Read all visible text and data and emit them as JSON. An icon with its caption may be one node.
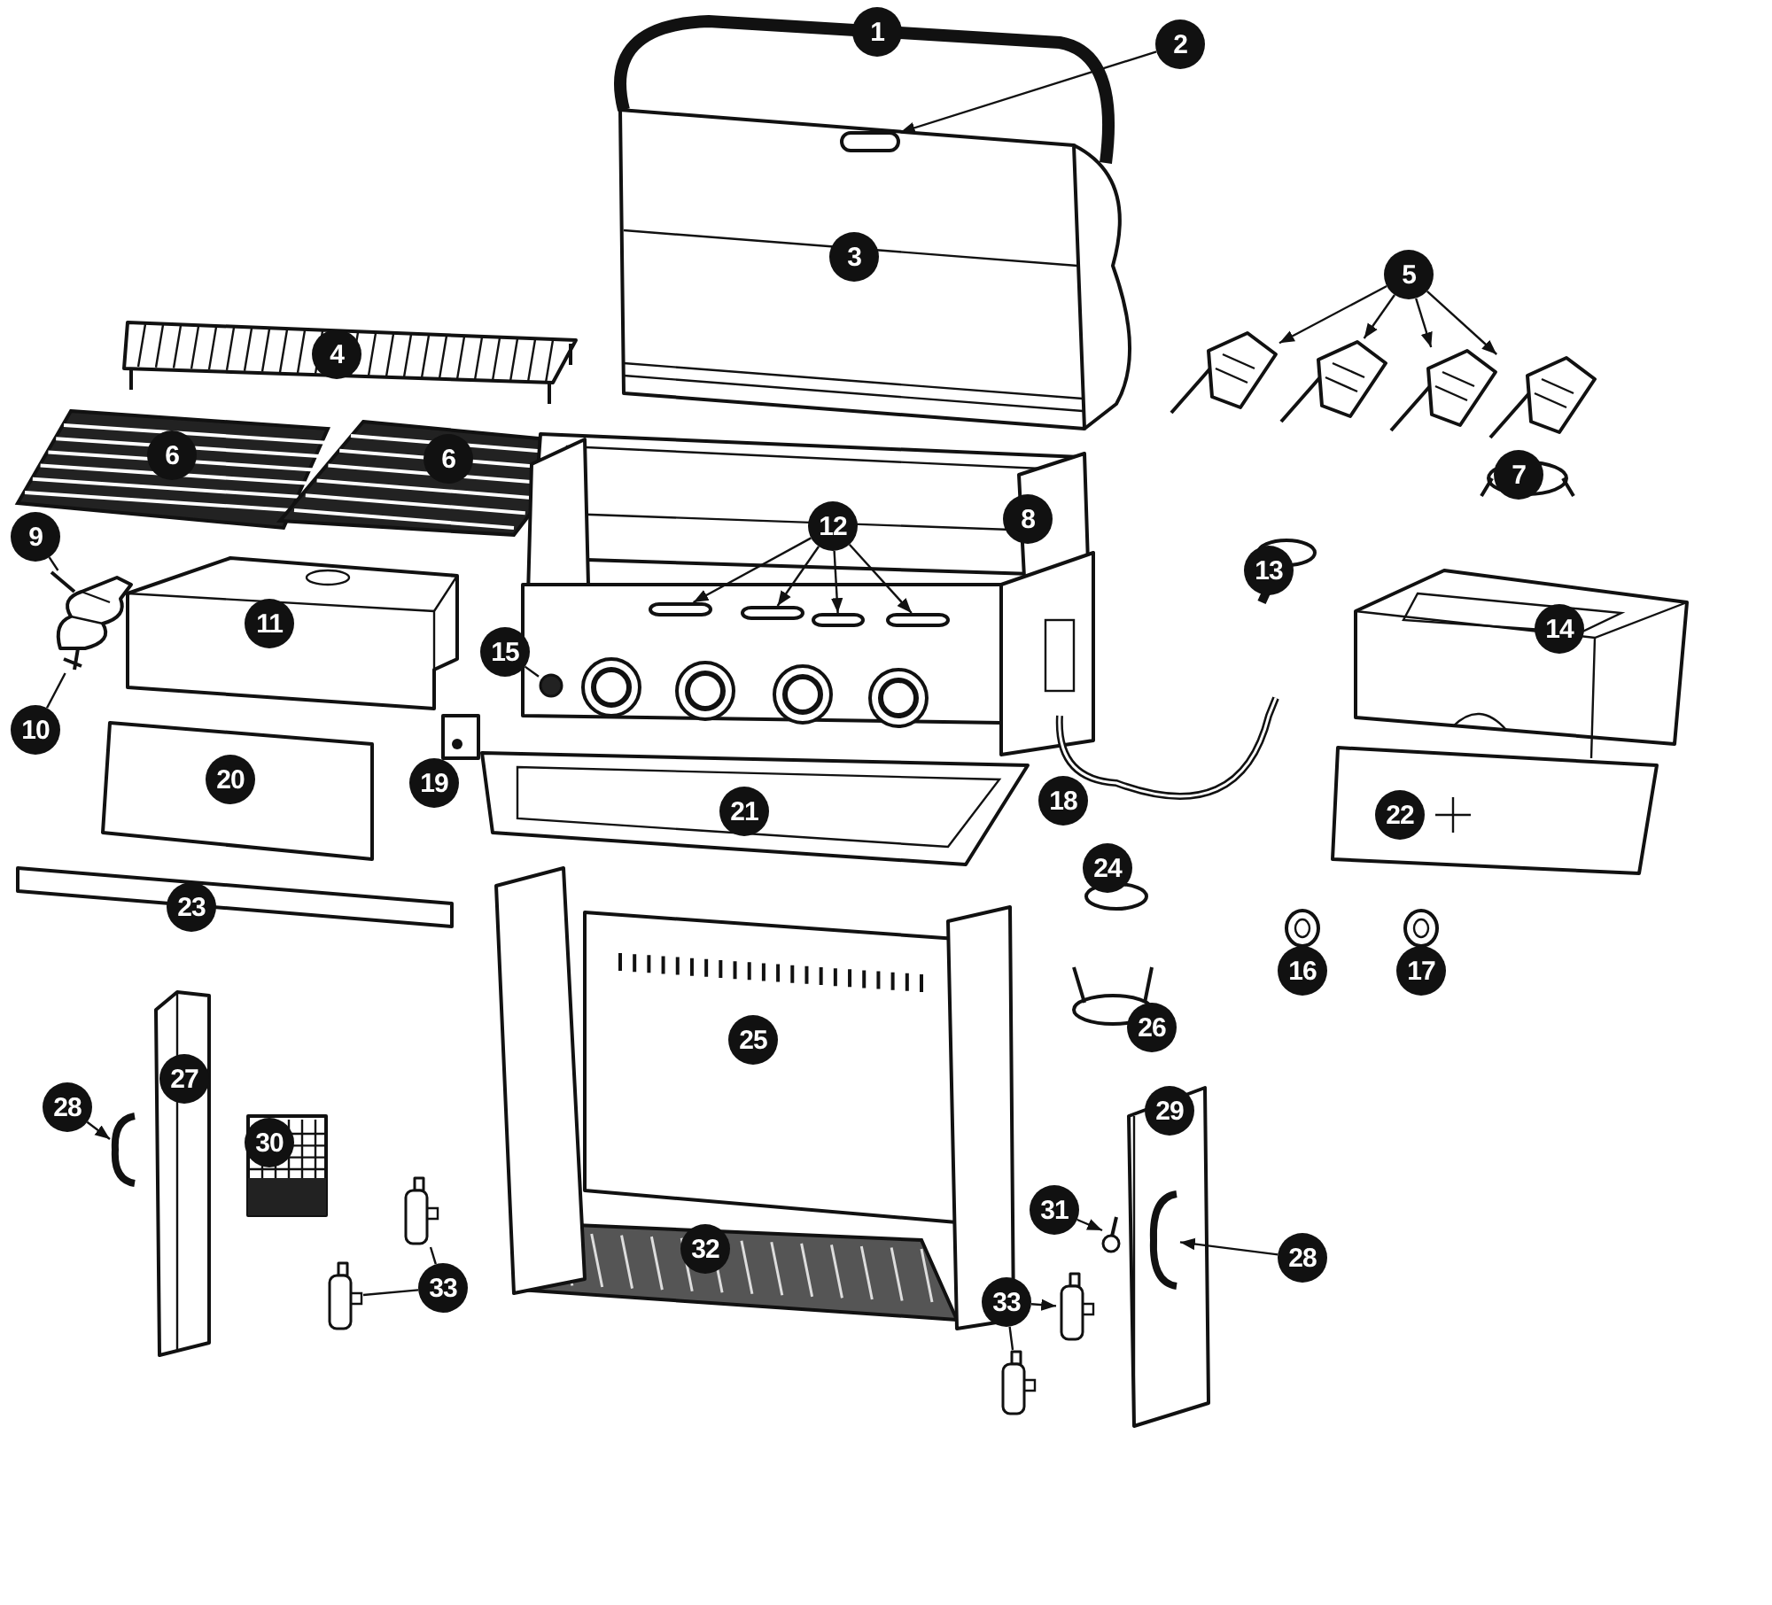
{
  "diagram": {
    "nodes": [
      {
        "text": [
          "2"
        ]
      },
      {
        "text": [],
        "shape": "bar"
      },
      {
        "text": [
          "5"
        ]
      },
      {
        "text": [],
        "shape": "picture"
      },
      {
        "text": [],
        "shape": "picture"
      },
      {
        "text": [],
        "shape": "picture"
      },
      {
        "text": [],
        "shape": "picture"
      },
      {
        "text": [
          "9"
        ]
      },
      {
        "text": [],
        "shape": "picture"
      },
      {
        "text": [
          "10"
        ]
      },
      {
        "text": [
          "12"
        ]
      },
      {
        "text": [],
        "shape": "bar"
      },
      {
        "text": [],
        "shape": "bar"
      },
      {
        "text": [],
        "shape": "bar"
      },
      {
        "text": [],
        "shape": "bar"
      },
      {
        "text": [
          "15"
        ]
      },
      {
        "text": [],
        "shape": "circle"
      },
      {
        "text": [
          "28"
        ]
      },
      {
        "text": [],
        "shape": "picture"
      },
      {
        "text": [
          "33"
        ]
      },
      {
        "text": [],
        "shape": "cylinder"
      },
      {
        "text": [],
        "shape": "cylinder"
      },
      {
        "text": [
          "31"
        ]
      },
      {
        "text": [],
        "shape": "picture"
      },
      {
        "text": [
          "33"
        ]
      },
      {
        "text": [],
        "shape": "cylinder"
      },
      {
        "text": [],
        "shape": "cylinder"
      },
      {
        "text": [
          "28"
        ]
      },
      {
        "text": [],
        "shape": "picture"
      },
      {
        "text": [
          "1"
        ]
      },
      {
        "text": [
          "3"
        ]
      },
      {
        "text": [
          "4"
        ]
      },
      {
        "text": [
          "6"
        ]
      },
      {
        "text": [
          "6"
        ]
      },
      {
        "text": [
          "7"
        ]
      },
      {
        "text": [
          "8"
        ]
      },
      {
        "text": [
          "13"
        ]
      },
      {
        "text": [
          "11"
        ]
      },
      {
        "text": [
          "14"
        ]
      },
      {
        "text": [
          "20"
        ]
      },
      {
        "text": [
          "19"
        ]
      },
      {
        "text": [
          "18"
        ]
      },
      {
        "text": [
          "21"
        ]
      },
      {
        "text": [
          "22"
        ]
      },
      {
        "text": [
          "24"
        ]
      },
      {
        "text": [
          "23"
        ]
      },
      {
        "text": [
          "16"
        ]
      },
      {
        "text": [
          "17"
        ]
      },
      {
        "text": [
          "26"
        ]
      },
      {
        "text": [
          "25"
        ]
      },
      {
        "text": [
          "27"
        ]
      },
      {
        "text": [
          "29"
        ]
      },
      {
        "text": [
          "30"
        ]
      },
      {
        "text": [
          "32"
        ]
      }
    ],
    "edges": [
      {
        "from": 0,
        "to": 1,
        "arrow": "to"
      },
      {
        "from": 2,
        "to": 3,
        "arrow": "to"
      },
      {
        "from": 2,
        "to": 4,
        "arrow": "to"
      },
      {
        "from": 2,
        "to": 5,
        "arrow": "to"
      },
      {
        "from": 2,
        "to": 6,
        "arrow": "to"
      },
      {
        "from": 7,
        "to": 8,
        "arrow": "none"
      },
      {
        "from": 9,
        "to": 8,
        "arrow": "none"
      },
      {
        "from": 10,
        "to": 11,
        "arrow": "to"
      },
      {
        "from": 10,
        "to": 12,
        "arrow": "to"
      },
      {
        "from": 10,
        "to": 13,
        "arrow": "to"
      },
      {
        "from": 10,
        "to": 14,
        "arrow": "to"
      },
      {
        "from": 15,
        "to": 16,
        "arrow": "none"
      },
      {
        "from": 17,
        "to": 18,
        "arrow": "to"
      },
      {
        "from": 19,
        "to": 20,
        "arrow": "none"
      },
      {
        "from": 19,
        "to": 21,
        "arrow": "none"
      },
      {
        "from": 22,
        "to": 23,
        "arrow": "to"
      },
      {
        "from": 24,
        "to": 25,
        "arrow": "to"
      },
      {
        "from": 24,
        "to": 26,
        "arrow": "none"
      },
      {
        "from": 27,
        "to": 28,
        "arrow": "to"
      }
    ]
  }
}
